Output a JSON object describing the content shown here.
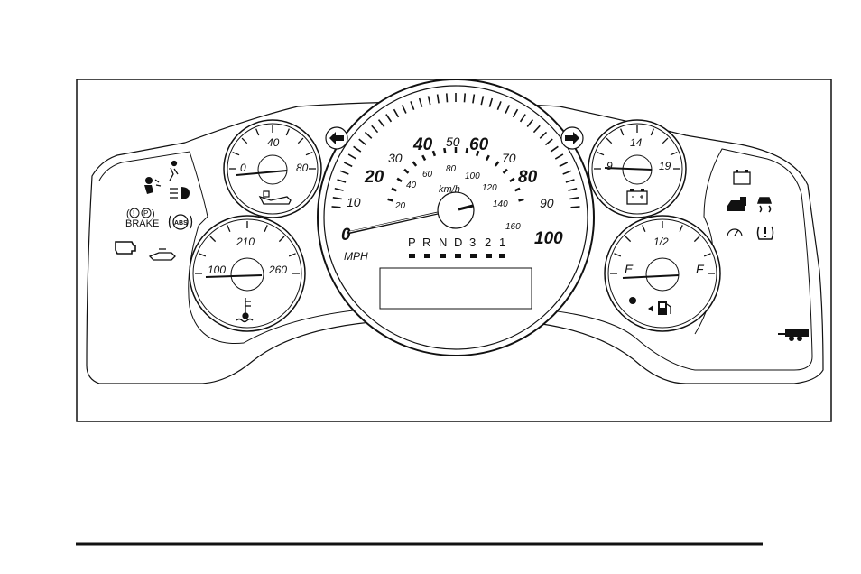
{
  "speedometer": {
    "mph_labels": [
      "0",
      "10",
      "20",
      "30",
      "40",
      "50",
      "60",
      "70",
      "80",
      "90",
      "100"
    ],
    "kmh_labels": [
      "20",
      "40",
      "60",
      "80",
      "100",
      "120",
      "140",
      "160"
    ],
    "mph_unit": "MPH",
    "kmh_unit": "km/h",
    "gear_labels": [
      "P",
      "R",
      "N",
      "D",
      "3",
      "2",
      "1"
    ]
  },
  "oil_gauge": {
    "labels": [
      "0",
      "40",
      "80"
    ]
  },
  "volt_gauge": {
    "labels": [
      "9",
      "14",
      "19"
    ]
  },
  "temp_gauge": {
    "labels": [
      "100",
      "210",
      "260"
    ]
  },
  "fuel_gauge": {
    "labels": [
      "E",
      "1/2",
      "F"
    ]
  },
  "left_telltales": {
    "brake_label": "BRAKE",
    "abs_label": "ABS"
  },
  "icons": [
    "turn-left-arrow-icon",
    "turn-right-arrow-icon",
    "airbag-icon",
    "seatbelt-icon",
    "headlight-icon",
    "brake-warning-icon",
    "abs-icon",
    "check-engine-icon",
    "oil-can-icon",
    "oil-pressure-icon",
    "battery-icon",
    "coolant-temperature-icon",
    "fuel-pump-icon",
    "security-icon",
    "traction-control-icon",
    "tire-pressure-icon",
    "cruise-icon",
    "trailer-icon"
  ],
  "colors": {
    "ink": "#111111",
    "panel": "#ffffff",
    "background": "#ffffff"
  }
}
